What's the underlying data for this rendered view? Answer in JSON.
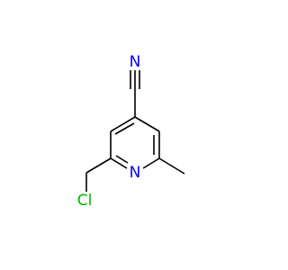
{
  "molecule": {
    "atoms": {
      "nitrile_n": {
        "label": "N",
        "color": "#0000ff"
      },
      "ring_n": {
        "label": "N",
        "color": "#0000ff"
      },
      "chlorine": {
        "label": "Cl",
        "color": "#00b400"
      }
    },
    "bond_color": "#000000"
  }
}
